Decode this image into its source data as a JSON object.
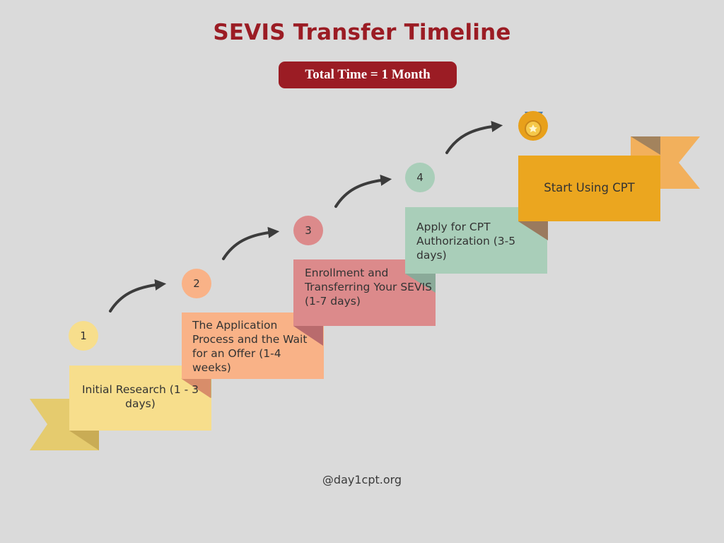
{
  "title": "SEVIS Transfer Timeline",
  "total_time": "Total Time = 1 Month",
  "colors": {
    "title": "#9b1c24",
    "step1": "#f7de8c",
    "step2": "#f9b287",
    "step3": "#dc8a8b",
    "step4": "#a9ceb9",
    "step5": "#eba61f"
  },
  "steps": [
    {
      "number": "1",
      "label": "Initial Research (1 - 3 days)"
    },
    {
      "number": "2",
      "label": "The Application Process and the Wait for an Offer (1-4 weeks)"
    },
    {
      "number": "3",
      "label": "Enrollment and Transferring Your SEVIS (1-7 days)"
    },
    {
      "number": "4",
      "label": "Apply for CPT Authorization (3-5 days)"
    }
  ],
  "final_step": {
    "label": "Start Using CPT",
    "icon": "medal-icon"
  },
  "footer": "@day1cpt.org"
}
